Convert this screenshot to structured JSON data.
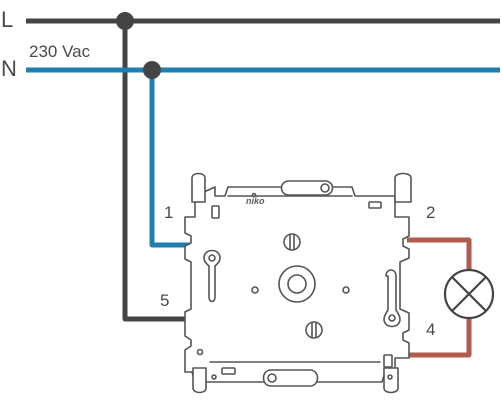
{
  "labels": {
    "line": "L",
    "neutral": "N",
    "voltage": "230 Vac",
    "brand": "niko",
    "terminal_1": "1",
    "terminal_2": "2",
    "terminal_4": "4",
    "terminal_5": "5"
  },
  "colors": {
    "line_wire": "#444444",
    "neutral_wire": "#1f7fb0",
    "load_wire": "#b15a4e",
    "outline": "#555555"
  },
  "icons": {
    "load": "lamp-symbol",
    "junction": "junction-dot"
  }
}
